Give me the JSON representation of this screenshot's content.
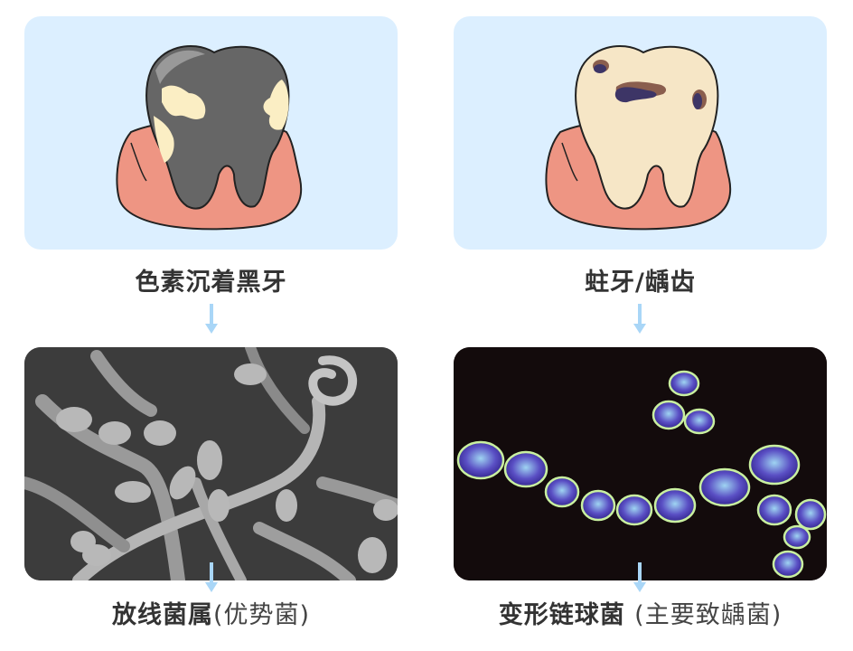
{
  "colors": {
    "panel_bg": "#dcefff",
    "gum": "#ee9583",
    "black_tooth": "#666666",
    "stain_cream": "#fbeec4",
    "healthy_tooth": "#f6e6c6",
    "cavity_dark": "#3d3566",
    "cavity_brown": "#8a5e4e",
    "arrow": "#a9d6f7",
    "label_text": "#333333"
  },
  "left": {
    "tooth_title": "色素沉着黑牙",
    "bacteria_title": "放线菌属",
    "bacteria_note": "(优势菌)",
    "image_desc": "SEM micrograph of Actinomyces (grayscale filaments)"
  },
  "right": {
    "tooth_title": "蛀牙/龋齿",
    "bacteria_title": "变形链球菌",
    "bacteria_note": "(主要致龋菌)",
    "image_desc": "Micrograph of Streptococcus mutans chains (blue/purple cocci on black)"
  }
}
